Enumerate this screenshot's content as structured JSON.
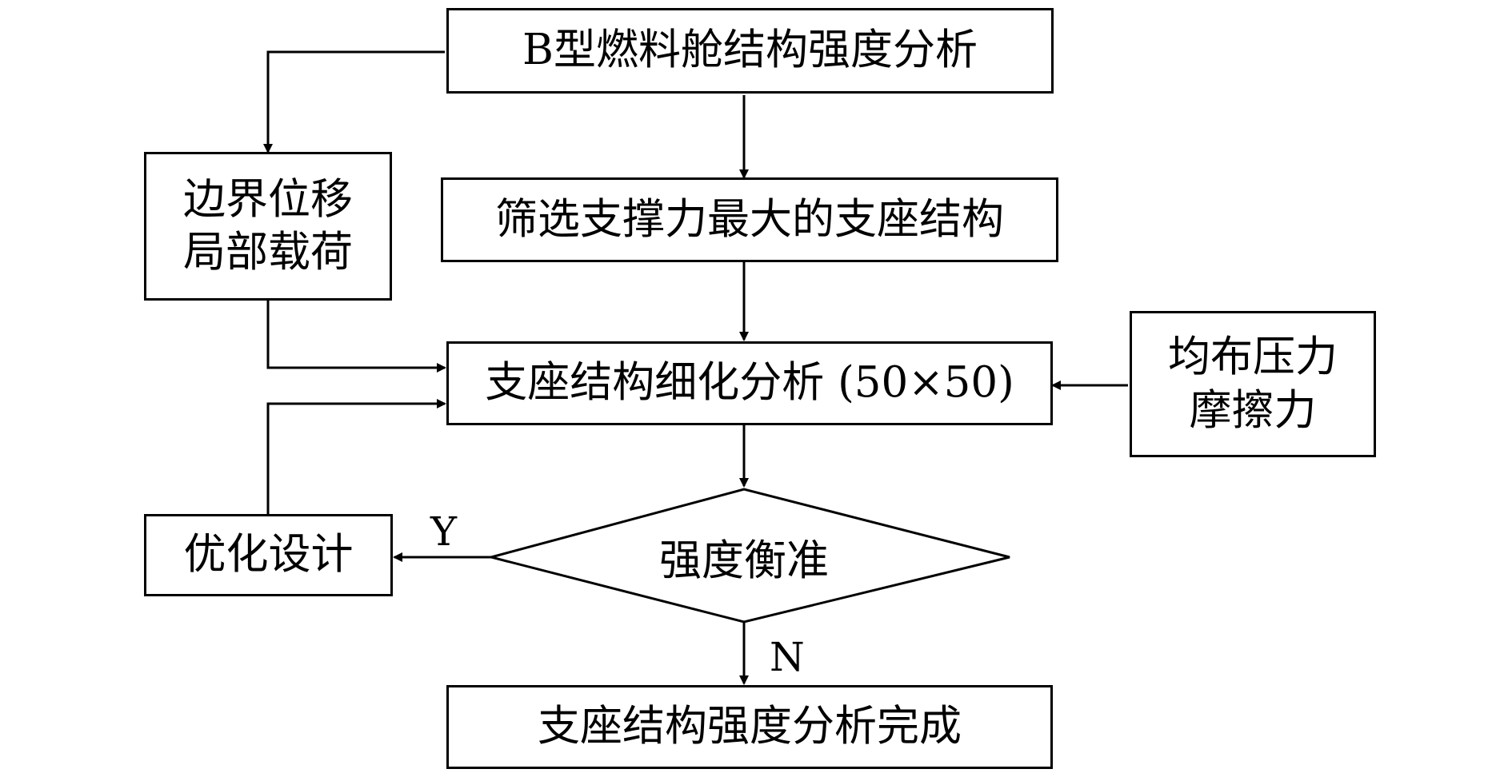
{
  "nodes": {
    "start": {
      "text": "B型燃料舱结构强度分析"
    },
    "screen": {
      "text": "筛选支撑力最大的支座结构"
    },
    "boundary": {
      "lines": [
        "边界位移",
        "局部载荷"
      ]
    },
    "refine": {
      "text": "支座结构细化分析 (50×50)"
    },
    "pressure": {
      "lines": [
        "均布压力",
        "摩擦力"
      ]
    },
    "decision": {
      "text": "强度衡准"
    },
    "optimize": {
      "text": "优化设计"
    },
    "finish": {
      "text": "支座结构强度分析完成"
    }
  },
  "edges": {
    "yes_label": "Y",
    "no_label": "N"
  }
}
